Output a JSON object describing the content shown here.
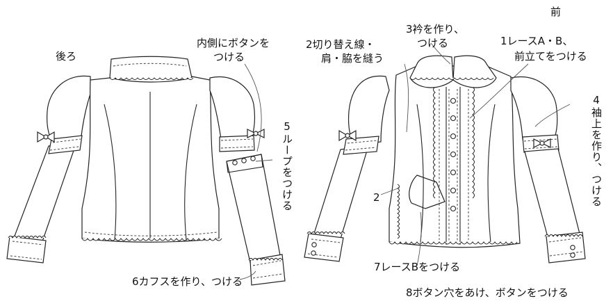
{
  "labels": {
    "front": "前",
    "back": "後ろ",
    "inner_button": [
      "内側にボタンを",
      "つける"
    ],
    "step5": "5ループをつける",
    "step6": "6カフスを作り、つける",
    "step2": [
      "2切り替え線・",
      "肩・脇を縫う"
    ],
    "step3": [
      "3衿を作り、",
      "つける"
    ],
    "step1": [
      "1レースA・B、",
      "前立てをつける"
    ],
    "step4": "4袖上を作り、つける",
    "step2_short": "2",
    "step7": "7レースBをつける",
    "step8": "8ボタン穴をあけ、ボタンをつける"
  },
  "colors": {
    "line": "#222222",
    "background": "#ffffff"
  }
}
